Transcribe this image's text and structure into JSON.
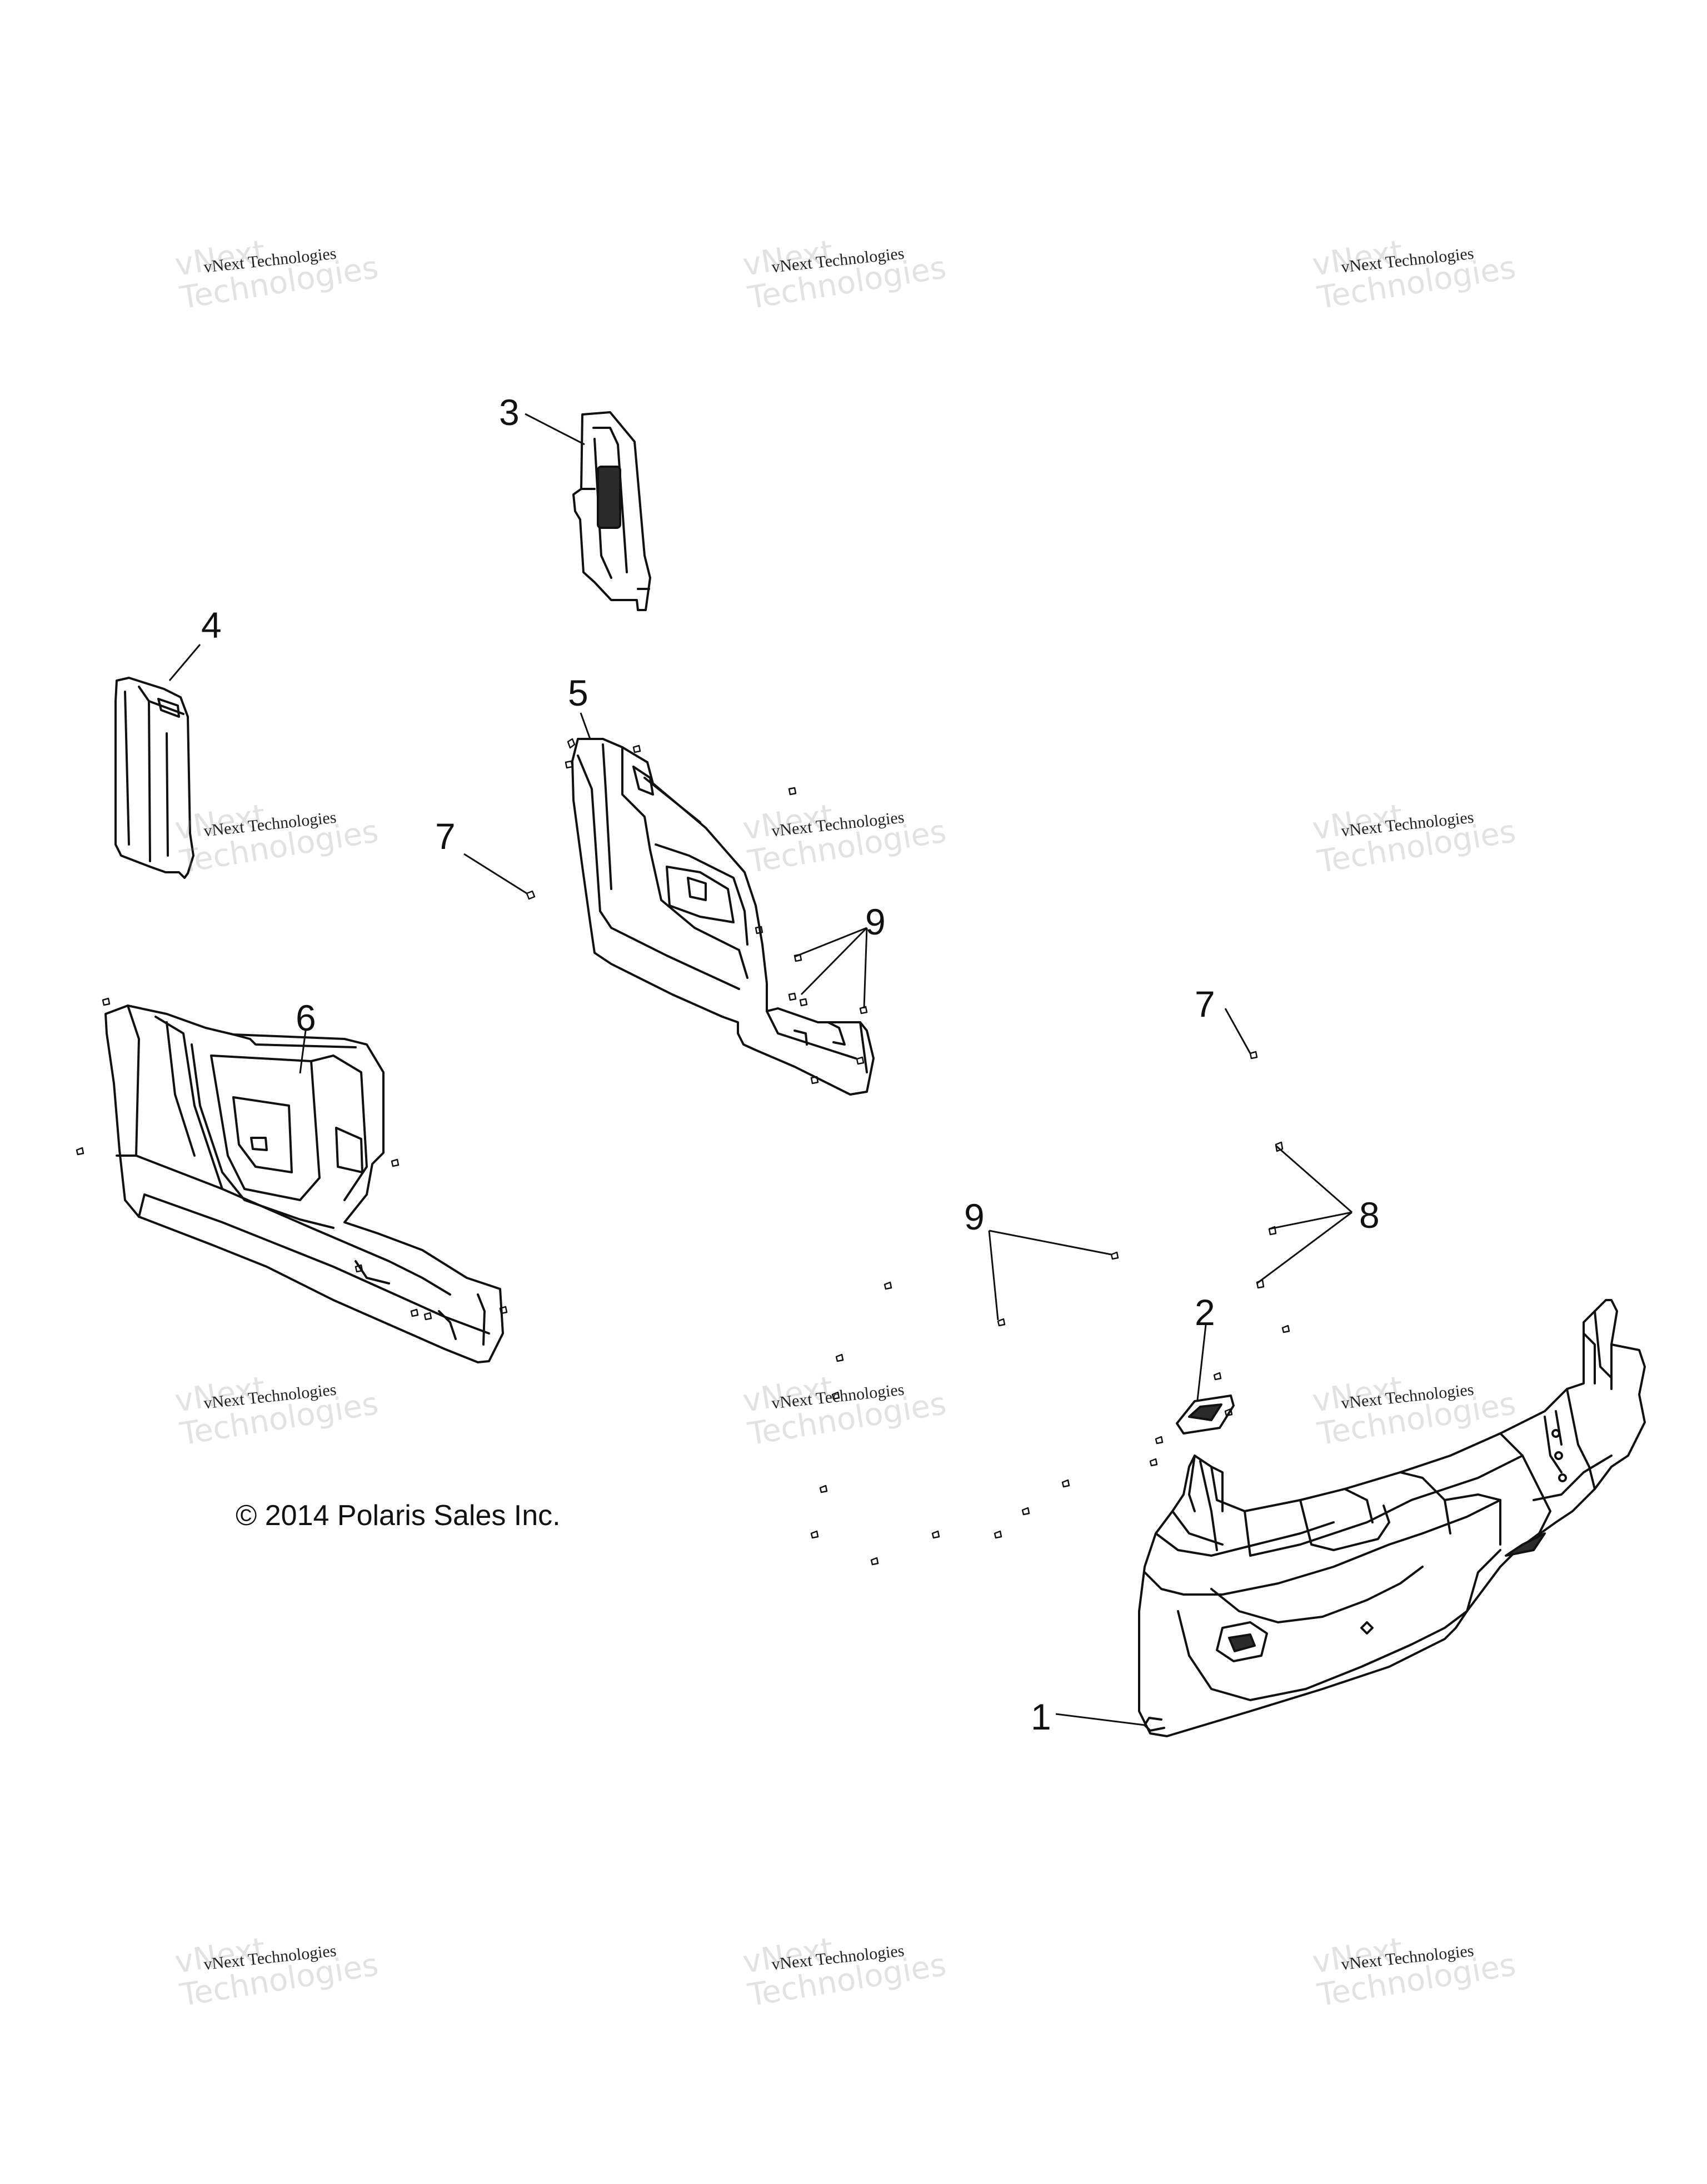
{
  "callouts": {
    "c1": "1",
    "c2": "2",
    "c3": "3",
    "c4": "4",
    "c5": "5",
    "c6": "6",
    "c7a": "7",
    "c7b": "7",
    "c8": "8",
    "c9a": "9",
    "c9b": "9"
  },
  "copyright": "© 2014 Polaris Sales Inc.",
  "watermark": {
    "small_text": "vNext Technologies",
    "big_line1": "vNext",
    "big_line2": "Technologies"
  }
}
